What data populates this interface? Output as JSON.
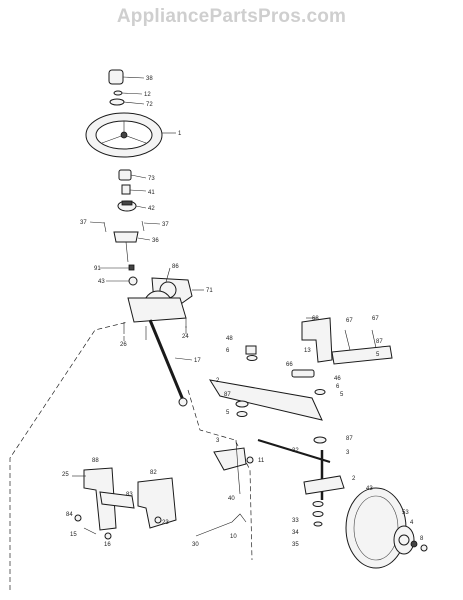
{
  "watermark": "AppliancePartsPros.com",
  "callouts": {
    "c38": "38",
    "c12": "12",
    "c72": "72",
    "c1": "1",
    "c73": "73",
    "c41": "41",
    "c42": "42",
    "c37a": "37",
    "c37b": "37",
    "c36": "36",
    "c91": "91",
    "c43a": "43",
    "c86": "86",
    "c71": "71",
    "c24": "24",
    "c26": "26",
    "c17": "17",
    "c68": "68",
    "c67a": "67",
    "c67b": "67",
    "c48": "48",
    "c6a": "6",
    "c13": "13",
    "c87a": "87",
    "c66": "66",
    "c5a": "5",
    "c2a": "2",
    "c87b": "87",
    "c46": "46",
    "c6b": "6",
    "c5b": "5",
    "c5c": "5",
    "c3": "3",
    "c11": "11",
    "c32": "32",
    "c87c": "87",
    "c88": "88",
    "c82": "82",
    "c25": "25",
    "c83": "83",
    "c40": "40",
    "c23": "23",
    "c84": "84",
    "c15": "15",
    "c16": "16",
    "c30": "30",
    "c10": "10",
    "c43b": "43",
    "c33": "33",
    "c34": "34",
    "c35": "35",
    "c53": "53",
    "c4": "4",
    "c8": "8",
    "c2b": "2",
    "c3b": "3"
  }
}
